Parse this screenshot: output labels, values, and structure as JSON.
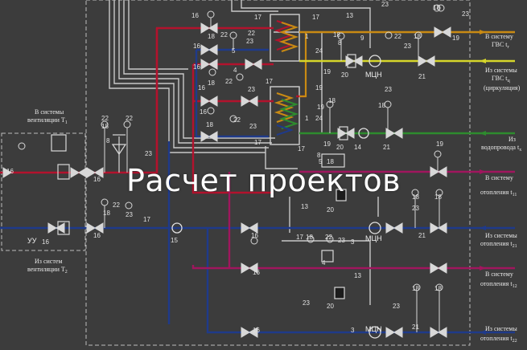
{
  "overlay_title": "Расчет проектов",
  "colors": {
    "background": "#3c3c3c",
    "supply_red": "#b3122d",
    "return_blue": "#1f3a8a",
    "hot_water_orange": "#c98a13",
    "circulation_yellow": "#d6d62a",
    "cold_water_green": "#2e8b2e",
    "heating2_magenta": "#a0165e",
    "line_gray": "#c8c8c8"
  },
  "outlets": {
    "gvs_supply": {
      "line1": "В систему",
      "line2": "ГВС t",
      "sub": "г"
    },
    "gvs_circulation": {
      "line1": "Из системы",
      "line2": "ГВС t",
      "sub": "ц",
      "line3": "(циркуляция)"
    },
    "cold_water": {
      "line1": "Из",
      "line2": "водопровода t",
      "sub": "x"
    },
    "heating_supply_1": {
      "line1": "В систему",
      "line2": "отопления t",
      "sub": "11"
    },
    "heating_return_1": {
      "line1": "Из системы",
      "line2": "отопления t",
      "sub": "21"
    },
    "heating_supply_2": {
      "line1": "В систему",
      "line2": "отопления t",
      "sub": "12"
    },
    "heating_return_2": {
      "line1": "Из системы",
      "line2": "отопления t",
      "sub": "22"
    }
  },
  "left_labels": {
    "vent_to": {
      "line1": "В системы",
      "line2": "вентиляции T",
      "sub": "1"
    },
    "vent_from": {
      "line1": "Из систем",
      "line2": "вентиляции T",
      "sub": "2"
    },
    "uu": "УУ"
  },
  "pump_label": "МЦН",
  "exchanger_label": "1",
  "callouts": {
    "n3": "3",
    "n4": "4",
    "n5": "5",
    "n8": "8",
    "n9": "9",
    "n13": "13",
    "n14": "14",
    "n15": "15",
    "n16": "16",
    "n17": "17",
    "n18": "18",
    "n19": "19",
    "n20": "20",
    "n21": "21",
    "n22": "22",
    "n23": "23",
    "n24": "24"
  }
}
